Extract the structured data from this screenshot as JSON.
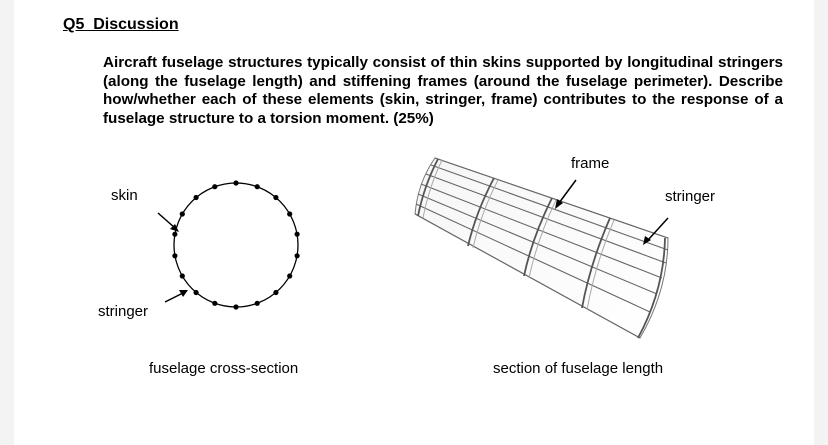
{
  "document": {
    "heading": "Q5  Discussion",
    "question": "Aircraft fuselage structures typically consist of thin skins supported by longitudinal stringers (along the fuselage length) and stiffening frames (around the fuselage perimeter). Describe how/whether each of these elements (skin, stringer, frame) contributes to the response of a fuselage structure to a torsion moment. (25%)"
  },
  "figure_left": {
    "label_skin": "skin",
    "label_stringer": "stringer",
    "caption": "fuselage cross-section",
    "stringer_count": 18
  },
  "figure_right": {
    "label_frame": "frame",
    "label_stringer": "stringer",
    "caption": "section of fuselage length"
  }
}
